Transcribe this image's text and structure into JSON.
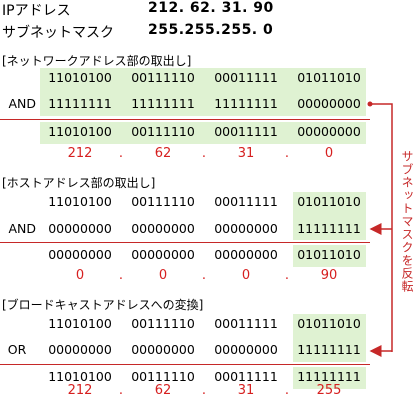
{
  "header": {
    "ip_label": "IPアドレス",
    "ip_value": "212. 62. 31. 90",
    "mask_label": "サブネットマスク",
    "mask_value": "255.255.255. 0"
  },
  "sections": {
    "network": {
      "title": "[ネットワークアドレス部の取出し]",
      "operator": "AND",
      "row_ip": [
        "11010100",
        "00111110",
        "00011111",
        "01011010"
      ],
      "row_mask": [
        "11111111",
        "11111111",
        "11111111",
        "00000000"
      ],
      "row_result": [
        "11010100",
        "00111110",
        "00011111",
        "00000000"
      ],
      "decimal": [
        "212",
        "62",
        "31",
        "0"
      ]
    },
    "host": {
      "title": "[ホストアドレス部の取出し]",
      "operator": "AND",
      "row_ip": [
        "11010100",
        "00111110",
        "00011111",
        "01011010"
      ],
      "row_mask": [
        "00000000",
        "00000000",
        "00000000",
        "11111111"
      ],
      "row_result": [
        "00000000",
        "00000000",
        "00000000",
        "01011010"
      ],
      "decimal": [
        "0",
        "0",
        "0",
        "90"
      ]
    },
    "broadcast": {
      "title": "[ブロードキャストアドレスへの変換]",
      "operator": "OR",
      "row_ip": [
        "11010100",
        "00111110",
        "00011111",
        "01011010"
      ],
      "row_mask": [
        "00000000",
        "00000000",
        "00000000",
        "11111111"
      ],
      "row_result": [
        "11010100",
        "00111110",
        "00011111",
        "11111111"
      ],
      "decimal": [
        "212",
        "62",
        "31",
        "255"
      ]
    }
  },
  "dot_separator": ".",
  "side_annotation": "サブネットマスクを反転",
  "colors": {
    "highlight": "#dff2d2",
    "accent_red": "#c62828",
    "decimal_red": "#d61f1f"
  }
}
